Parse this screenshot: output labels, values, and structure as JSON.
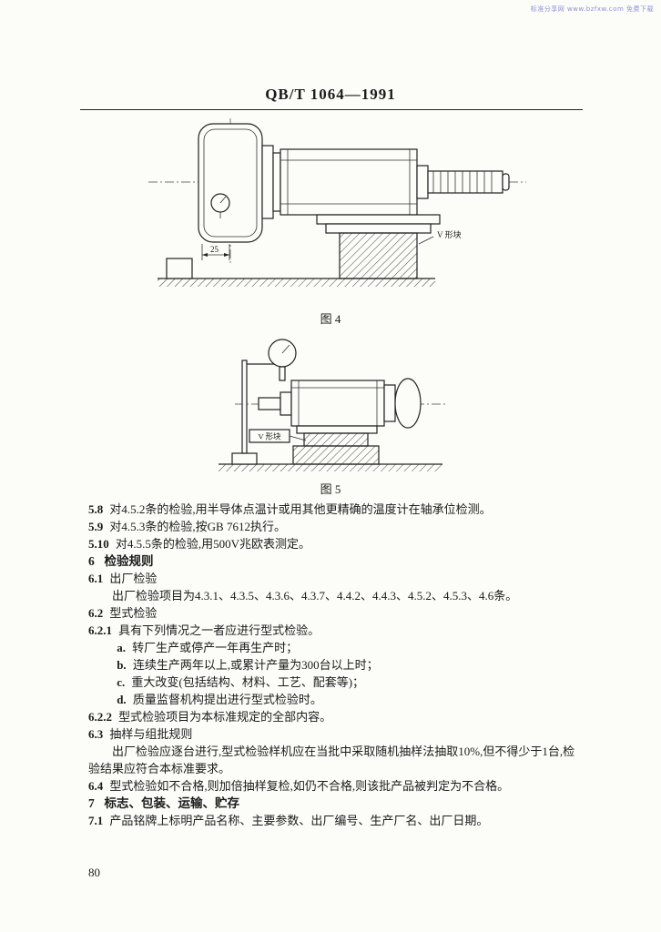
{
  "watermark": "标准分享网 www.bzfxw.com 免费下载",
  "header": {
    "doc_number": "QB/T 1064—1991"
  },
  "figures": {
    "fig4": {
      "caption": "图 4",
      "dim_label": "25",
      "vblock_label": "V 形块"
    },
    "fig5": {
      "caption": "图 5",
      "vblock_label": "V 形块"
    }
  },
  "clauses": {
    "c58": {
      "num": "5.8",
      "text": "对4.5.2条的检验,用半导体点温计或用其他更精确的温度计在轴承位检测。"
    },
    "c59": {
      "num": "5.9",
      "text": "对4.5.3条的检验,按GB 7612执行。"
    },
    "c510": {
      "num": "5.10",
      "text": "对4.5.5条的检验,用500V兆欧表测定。"
    },
    "h6": {
      "num": "6",
      "text": "检验规则"
    },
    "c61": {
      "num": "6.1",
      "text": "出厂检验"
    },
    "c61body": {
      "text": "出厂检验项目为4.3.1、4.3.5、4.3.6、4.3.7、4.4.2、4.4.3、4.5.2、4.5.3、4.6条。"
    },
    "c62": {
      "num": "6.2",
      "text": "型式检验"
    },
    "c621": {
      "num": "6.2.1",
      "text": "具有下列情况之一者应进行型式检验。"
    },
    "ia": {
      "num": "a.",
      "text": "转厂生产或停产一年再生产时；"
    },
    "ib": {
      "num": "b.",
      "text": "连续生产两年以上,或累计产量为300台以上时；"
    },
    "ic": {
      "num": "c.",
      "text": "重大改变(包括结构、材料、工艺、配套等)；"
    },
    "id": {
      "num": "d.",
      "text": "质量监督机构提出进行型式检验时。"
    },
    "c622": {
      "num": "6.2.2",
      "text": "型式检验项目为本标准规定的全部内容。"
    },
    "c63": {
      "num": "6.3",
      "text": "抽样与组批规则"
    },
    "c63body": {
      "text": "出厂检验应逐台进行,型式检验样机应在当批中采取随机抽样法抽取10%,但不得少于1台,检验结果应符合本标准要求。"
    },
    "c64": {
      "num": "6.4",
      "text": "型式检验如不合格,则加倍抽样复检,如仍不合格,则该批产品被判定为不合格。"
    },
    "h7": {
      "num": "7",
      "text": "标志、包装、运输、贮存"
    },
    "c71": {
      "num": "7.1",
      "text": "产品铭牌上标明产品名称、主要参数、出厂编号、生产厂名、出厂日期。"
    }
  },
  "page_number": "80"
}
